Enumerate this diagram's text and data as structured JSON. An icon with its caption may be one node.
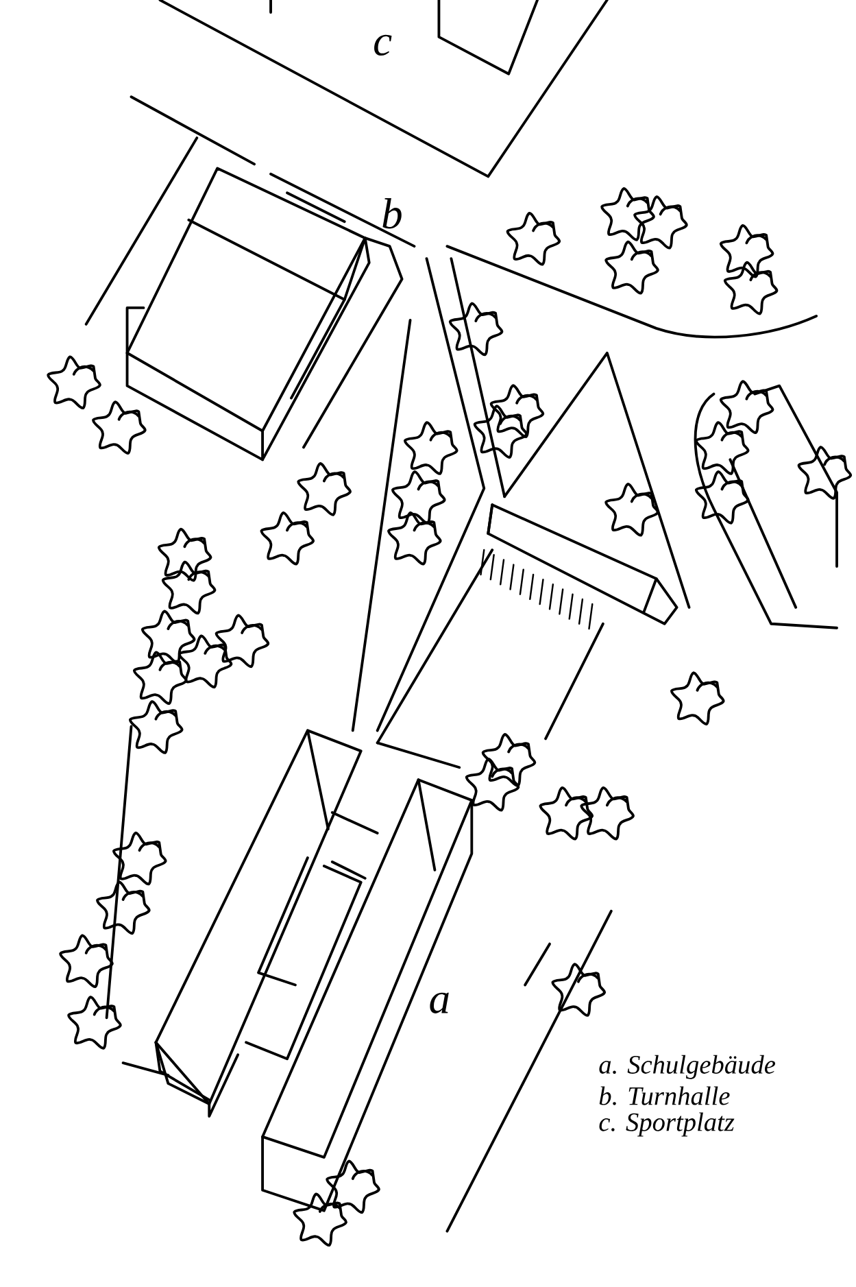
{
  "diagram": {
    "labels": [
      "c",
      "b",
      "a",
      "a. Schulgebäude",
      "b. Turnhalle",
      "c. Sportplatz"
    ]
  }
}
